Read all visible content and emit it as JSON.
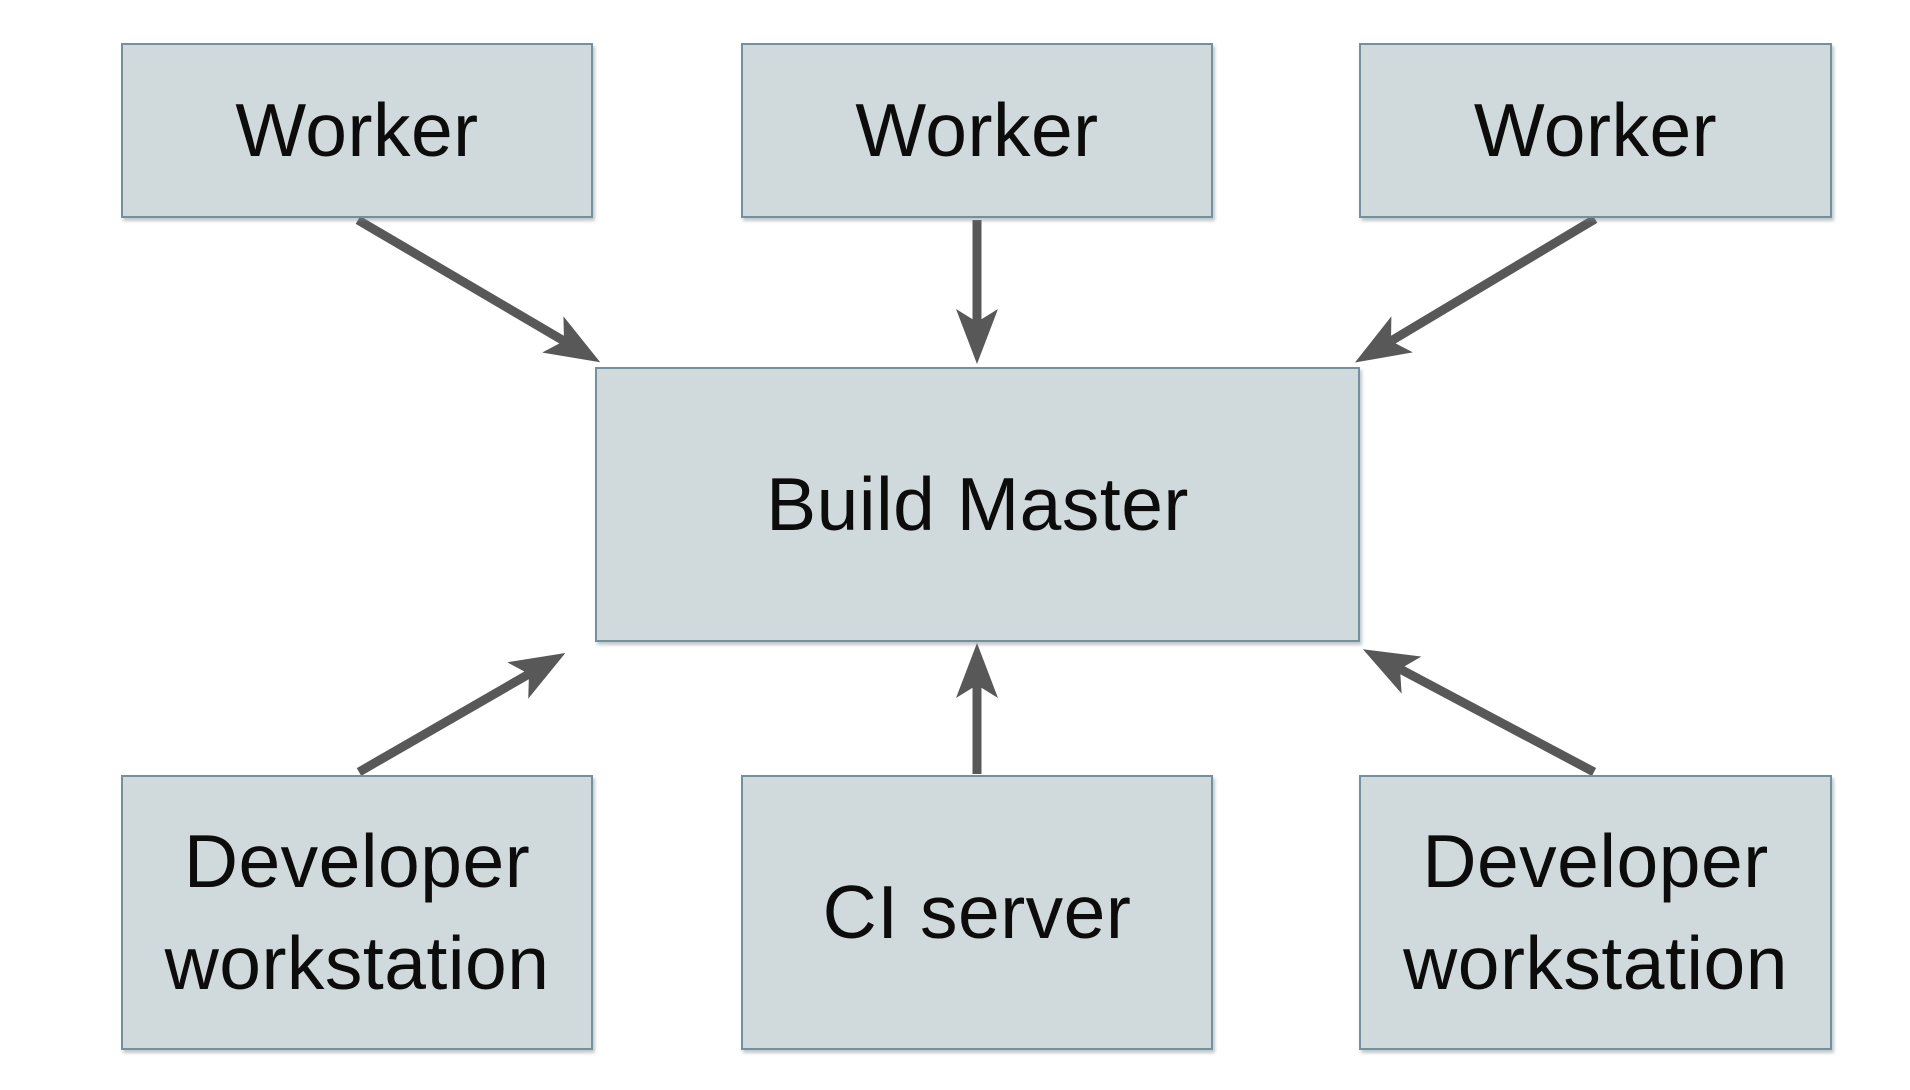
{
  "diagram": {
    "background": "#ffffff",
    "colors": {
      "node_fill": "#d0d9dc",
      "node_border": "#74909c",
      "arrow": "#585858",
      "text": "#0c0c0c"
    },
    "nodes": {
      "worker_top_left": {
        "label": "Worker"
      },
      "worker_top_center": {
        "label": "Worker"
      },
      "worker_top_right": {
        "label": "Worker"
      },
      "build_master": {
        "label": "Build Master"
      },
      "developer_workstation_left": {
        "label": "Developer workstation"
      },
      "ci_server": {
        "label": "CI server"
      },
      "developer_workstation_right": {
        "label": "Developer workstation"
      }
    },
    "edges": [
      {
        "from": "worker_top_left",
        "to": "build_master"
      },
      {
        "from": "worker_top_center",
        "to": "build_master"
      },
      {
        "from": "worker_top_right",
        "to": "build_master"
      },
      {
        "from": "developer_workstation_left",
        "to": "build_master"
      },
      {
        "from": "ci_server",
        "to": "build_master"
      },
      {
        "from": "developer_workstation_right",
        "to": "build_master"
      }
    ]
  }
}
